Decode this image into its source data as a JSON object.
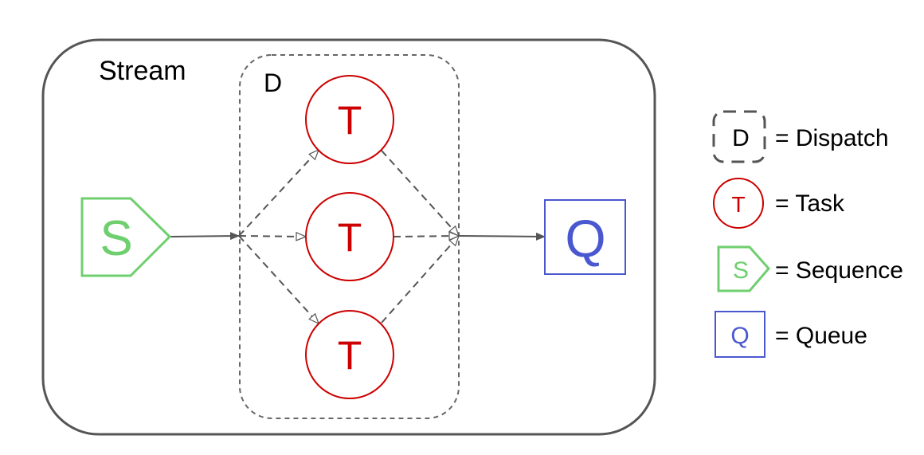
{
  "stream": {
    "label": "Stream"
  },
  "dispatch": {
    "label": "D"
  },
  "tasks": [
    {
      "label": "T"
    },
    {
      "label": "T"
    },
    {
      "label": "T"
    }
  ],
  "sequence": {
    "label": "S"
  },
  "queue": {
    "label": "Q"
  },
  "legend": {
    "dispatch": {
      "symbol": "D",
      "text": "= Dispatch"
    },
    "task": {
      "symbol": "T",
      "text": "= Task"
    },
    "sequence": {
      "symbol": "S",
      "text": "= Sequence"
    },
    "queue": {
      "symbol": "Q",
      "text": "= Queue"
    }
  },
  "colors": {
    "stream_border": "#555555",
    "dispatch_border": "#666666",
    "task": "#cc0000",
    "sequence": "#6fcf6f",
    "queue": "#4a58d0",
    "edge": "#555555",
    "text": "#000000"
  }
}
